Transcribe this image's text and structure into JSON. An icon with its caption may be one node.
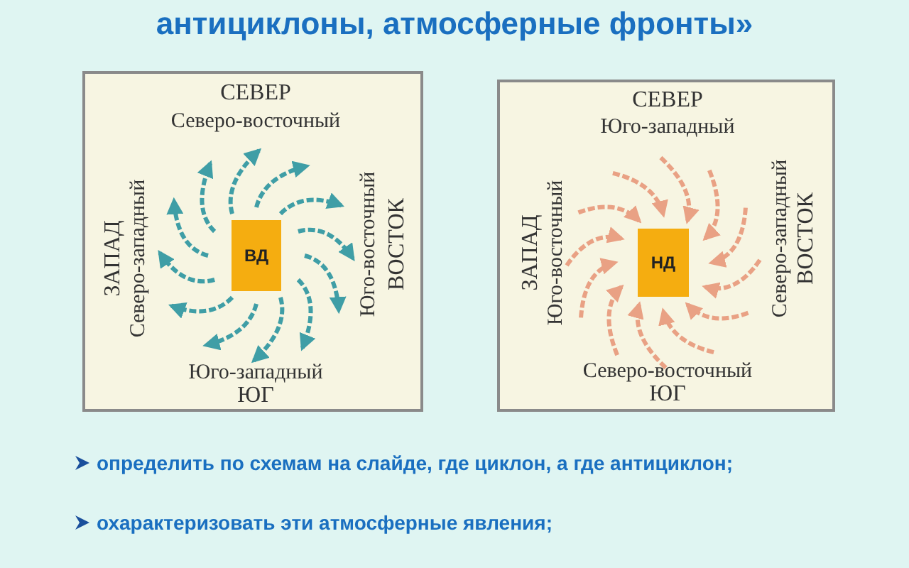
{
  "diagram": {
    "title": "антициклоны, атмосферные фронты»",
    "nodes": [
      {
        "text": [],
        "shape": "box"
      },
      {
        "text": [
          "ВД"
        ],
        "in": 0
      },
      {
        "text": [],
        "shape": "box"
      },
      {
        "text": [
          "НД"
        ],
        "in": 2
      }
    ],
    "edges": [],
    "labels": [
      "СЕВЕР",
      "Северо-восточный",
      "ЗАПАД",
      "Северо-западный",
      "Юго-восточный",
      "ВОСТОК",
      "Юго-западный",
      "ЮГ",
      "СЕВЕР",
      "Юго-западный",
      "ЗАПАД",
      "Юго-восточный",
      "Северо-западный",
      "ВОСТОК",
      "Северо-восточный",
      "ЮГ",
      "определить по схемам на слайде, где циклон, а где антициклон;",
      "охарактеризовать эти атмосферные явления;"
    ]
  }
}
